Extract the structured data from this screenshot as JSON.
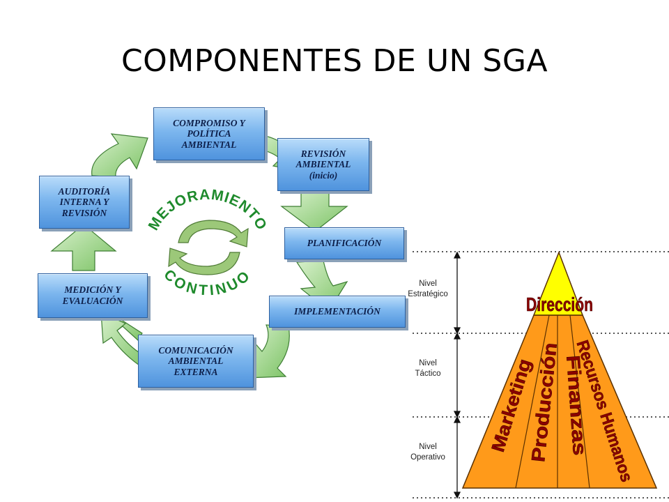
{
  "title": "COMPONENTES DE UN SGA",
  "cycle": {
    "steps": [
      "COMPROMISO Y\nPOLÍTICA\nAMBIENTAL",
      "REVISIÓN\nAMBIENTAL\n(inicio)",
      "PLANIFICACIÓN",
      "IMPLEMENTACIÓN",
      "COMUNICACIÓN\nAMBIENTAL\nEXTERNA",
      "MEDICIÓN Y\nEVALUACIÓN",
      "AUDITORÍA\nINTERNA Y\nREVISIÓN"
    ],
    "center_top": "MEJORAMIENTO",
    "center_bottom": "CONTINUO",
    "colors": {
      "box": "#6aaae8",
      "arrow": "#8fd07a",
      "center_text": "#1e8a2c",
      "center_arrows": "#8fbf6a"
    }
  },
  "pyramid": {
    "levels": [
      "Nivel\nEstratégico",
      "Nivel\nTáctico",
      "Nivel\nOperativo"
    ],
    "top": "Dirección",
    "areas": [
      "Marketing",
      "Producción",
      "Finanzas",
      "Recursos Humanos"
    ],
    "colors": {
      "apex": "#ffff00",
      "body": "#ff9a1a",
      "text": "#8b0000"
    }
  }
}
